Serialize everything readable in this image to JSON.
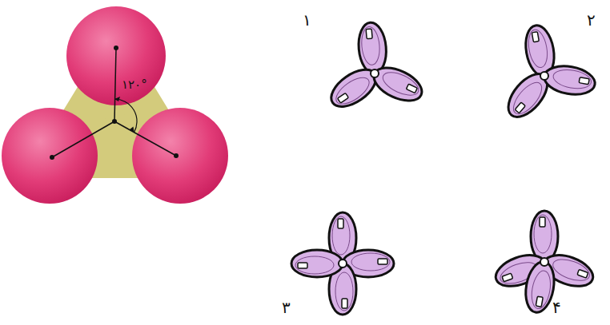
{
  "diagram": {
    "labels": [
      "۱۲۰°",
      "۱",
      "۲",
      "۳",
      "۴"
    ]
  }
}
